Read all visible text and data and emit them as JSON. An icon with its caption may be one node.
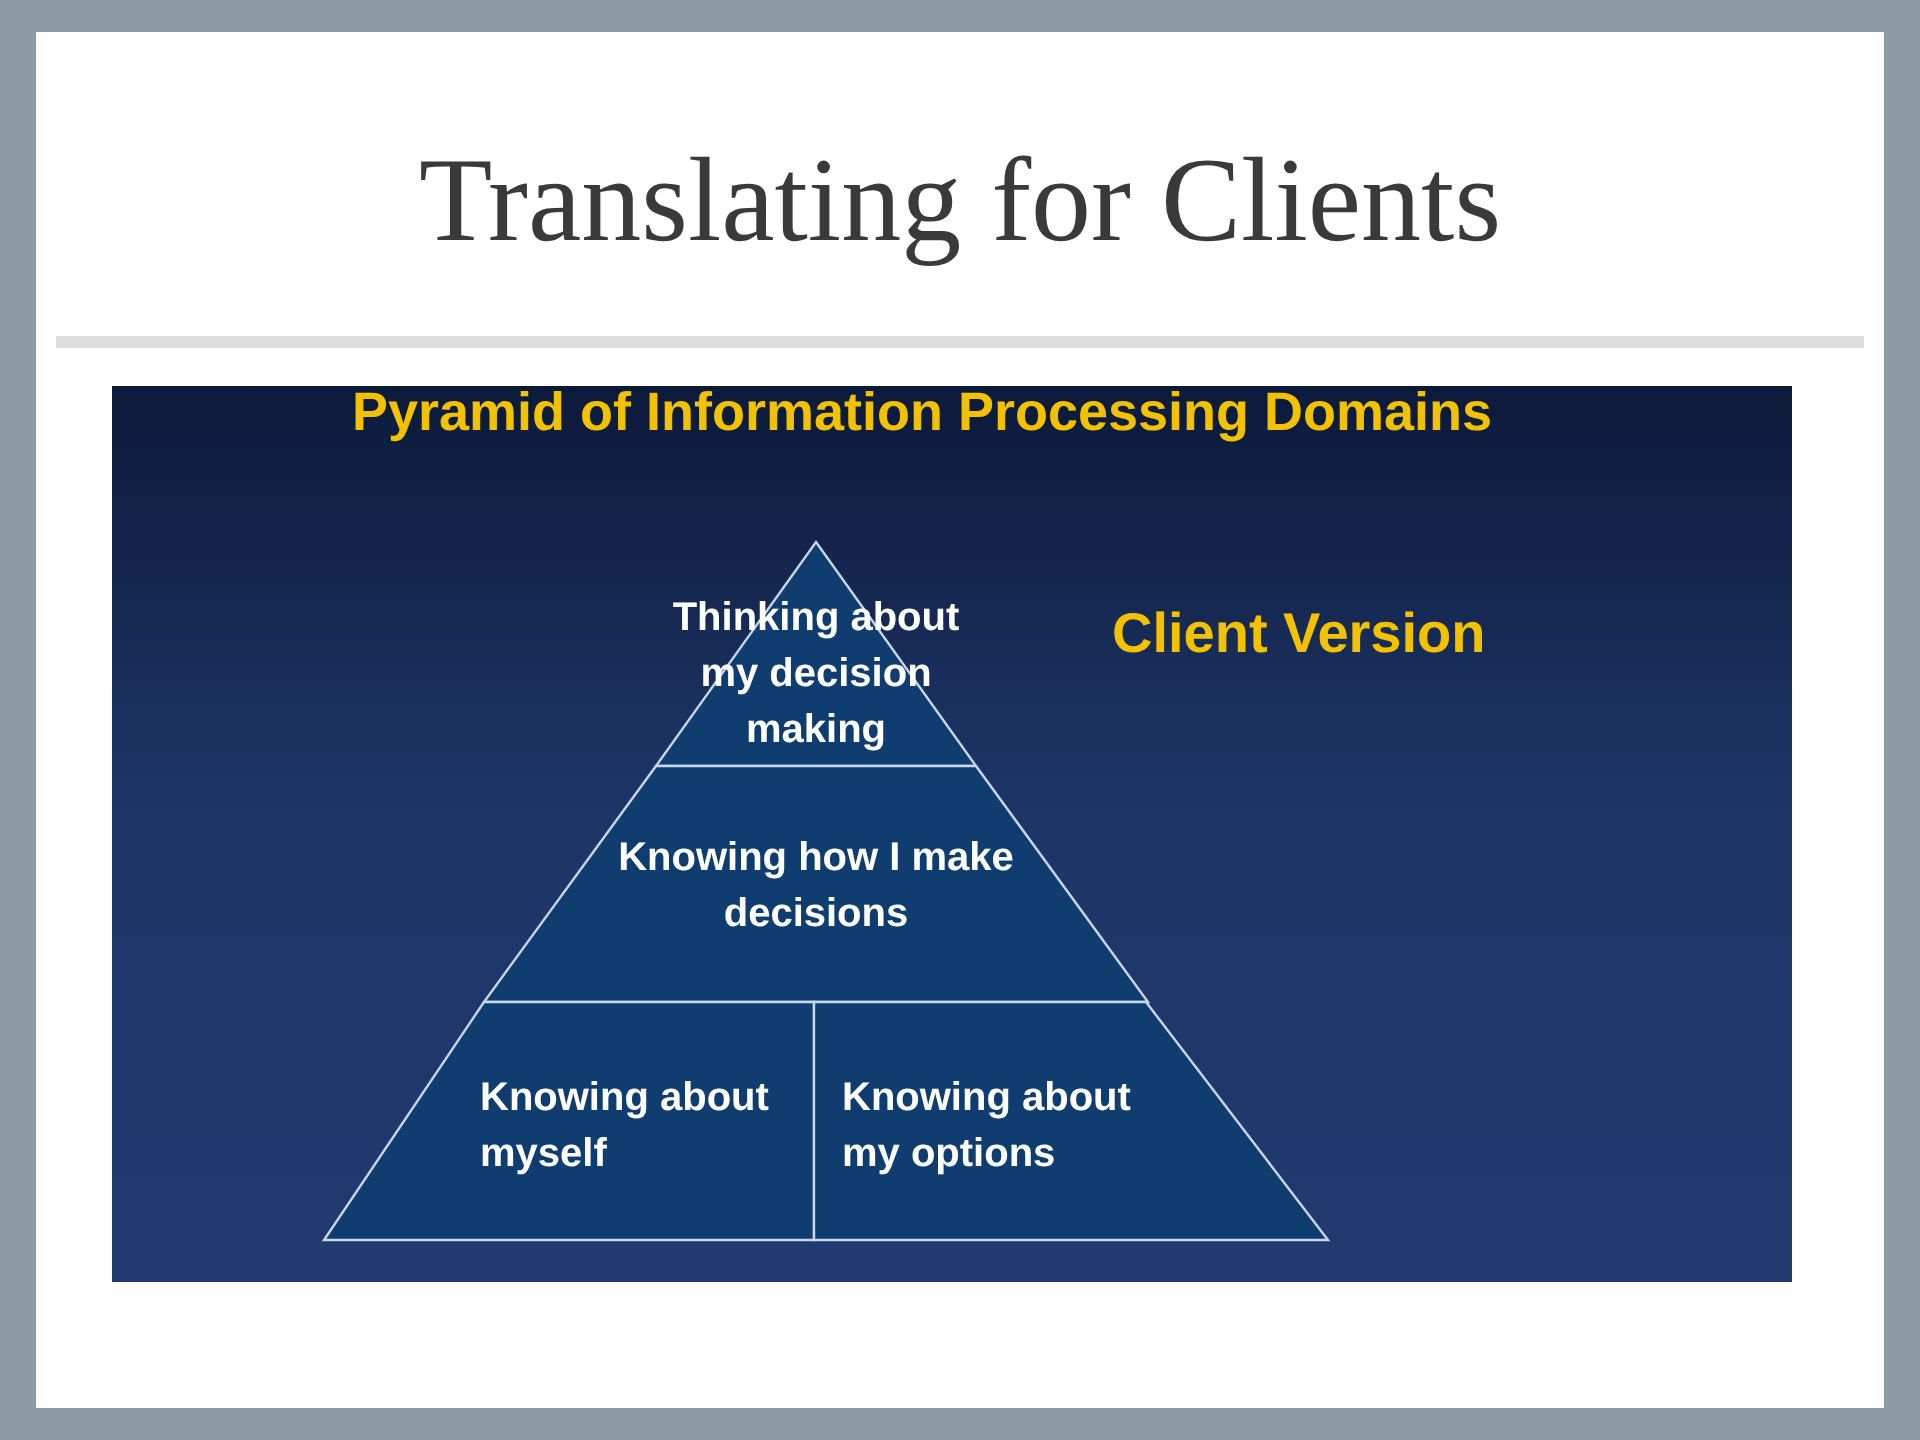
{
  "diagram": {
    "title": "Translating for Clients",
    "nodes": [
      {
        "text": [
          "Thinking about my decision making"
        ]
      },
      {
        "text": [
          "Knowing how I make decisions"
        ]
      },
      {
        "text": [
          "Knowing about myself"
        ]
      },
      {
        "text": [
          "Knowing about my options"
        ]
      }
    ],
    "labels": [
      "Pyramid of Information Processing Domains",
      "Client Version"
    ]
  }
}
